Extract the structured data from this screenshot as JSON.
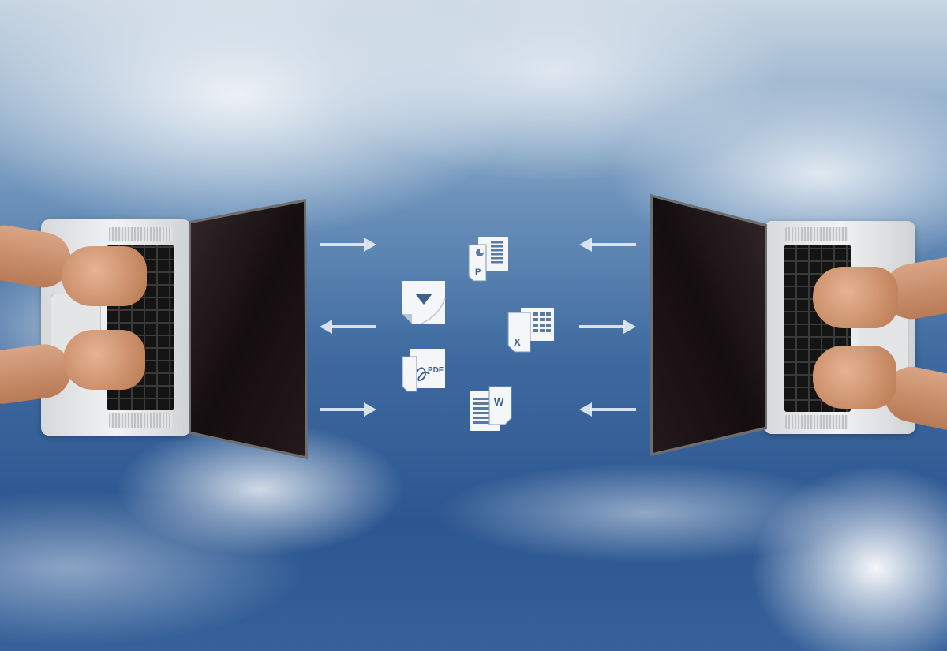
{
  "scene": {
    "description_labels": [],
    "icons": [
      {
        "name": "powerpoint-file-icon",
        "glyph": "P"
      },
      {
        "name": "image-file-icon",
        "glyph": ""
      },
      {
        "name": "excel-file-icon",
        "glyph": "X"
      },
      {
        "name": "pdf-file-icon",
        "glyph": "PDF"
      },
      {
        "name": "word-file-icon",
        "glyph": "W"
      }
    ],
    "colors": {
      "sky": "#2c5690",
      "cloud": "#f0f4f8",
      "arrow": "#e8edf3",
      "icon": "#f4f6f8",
      "icon_text": "#3d5f88"
    }
  }
}
